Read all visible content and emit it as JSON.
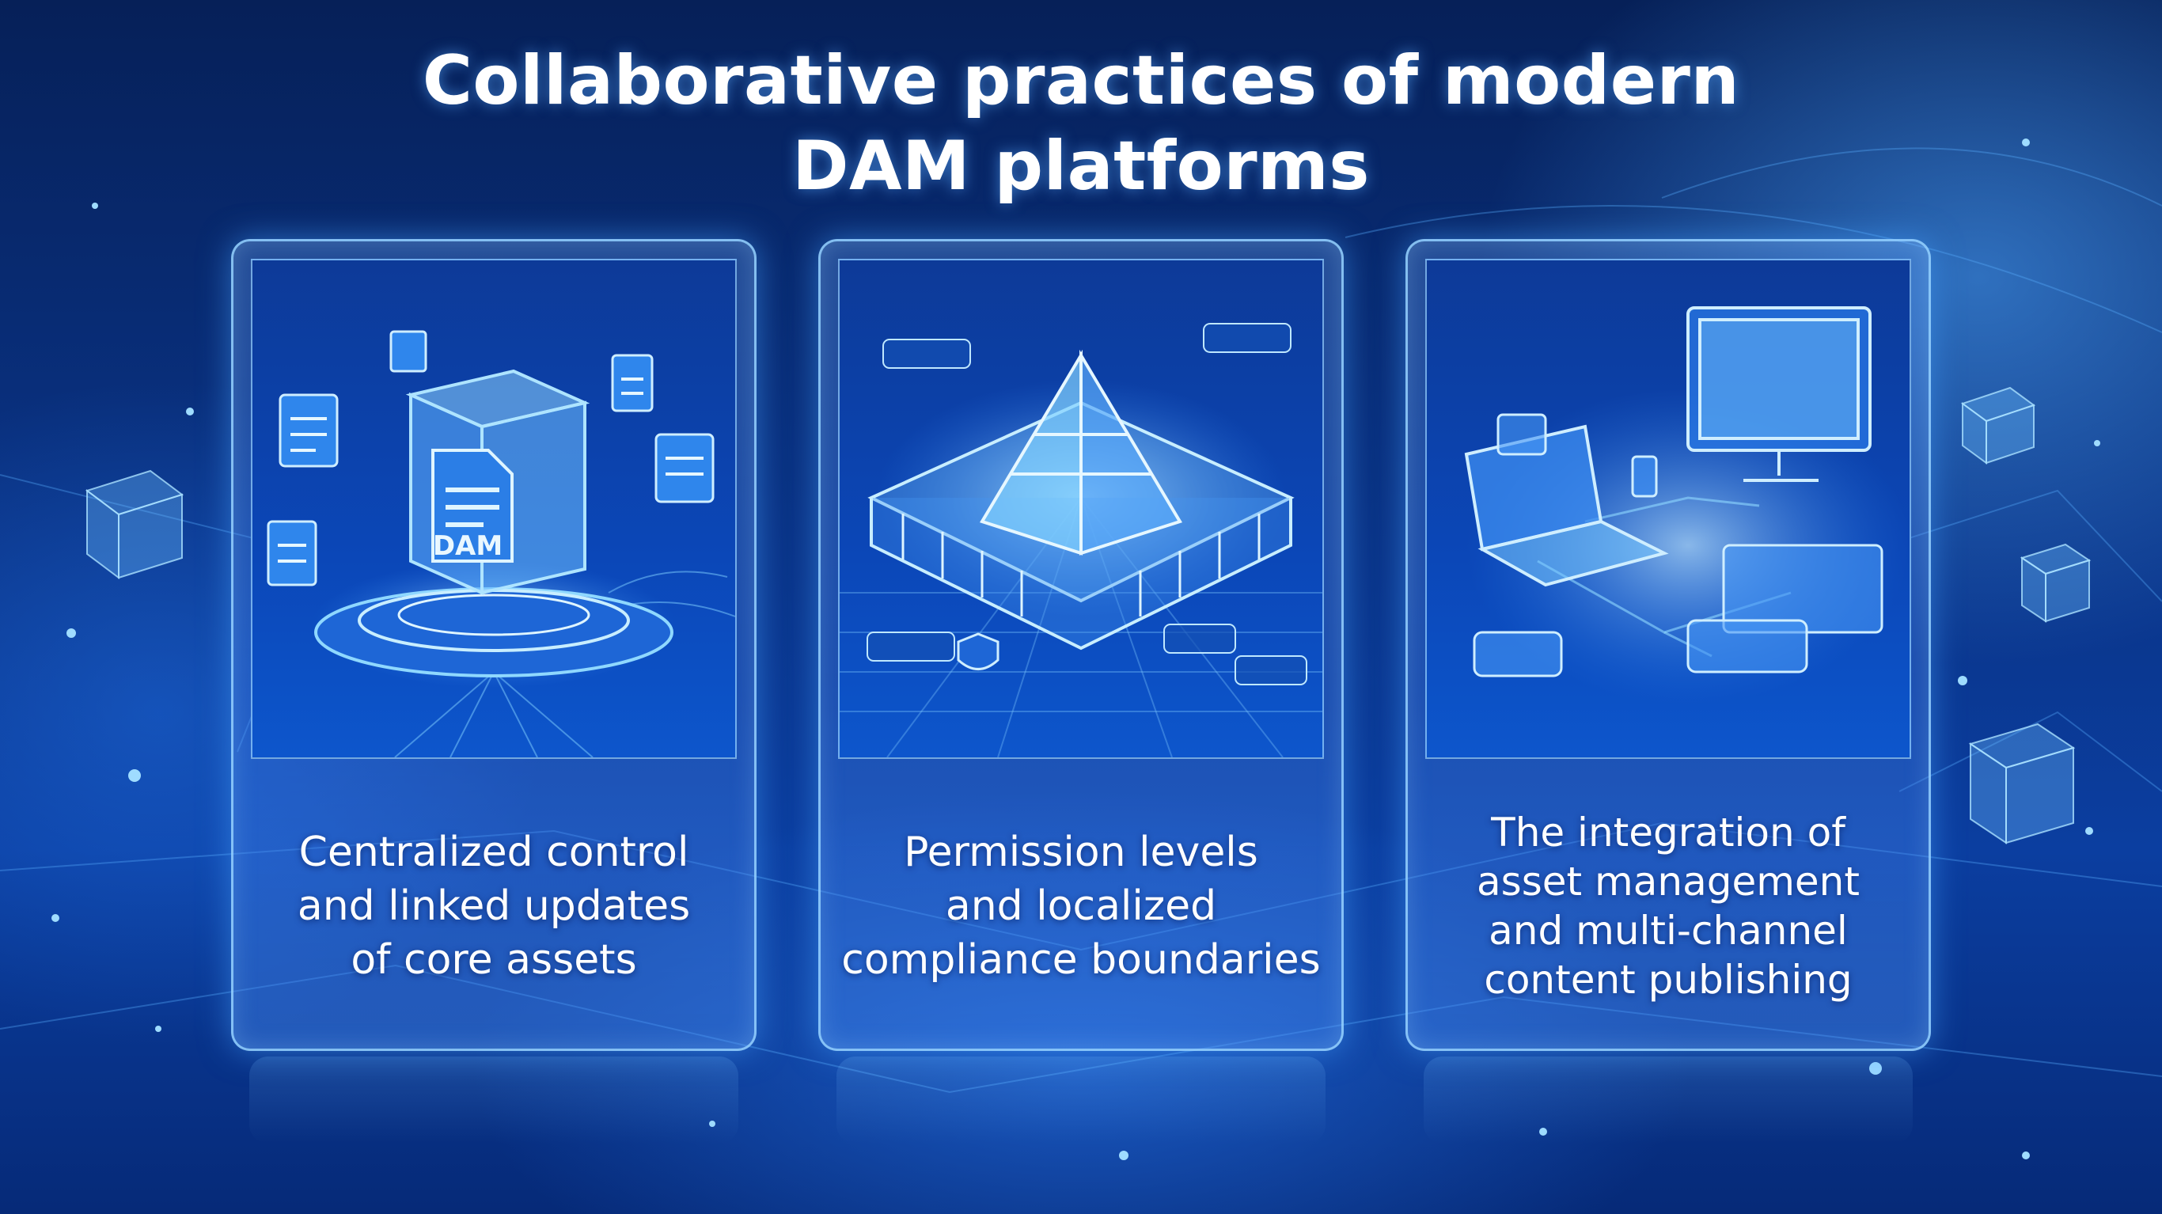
{
  "page": {
    "title_line1": "Collaborative practices of modern",
    "title_line2": "DAM platforms"
  },
  "cards": [
    {
      "caption": "Centralized control\nand linked updates\nof core assets",
      "badge": "DAM"
    },
    {
      "caption": "Permission levels\nand localized\ncompliance boundaries"
    },
    {
      "caption": "The integration of\nasset management\nand multi-channel\ncontent publishing"
    }
  ],
  "colors": {
    "accent": "#7fd0ff",
    "glow": "#4aa8ff",
    "background": "#0a3488",
    "text": "#ffffff"
  }
}
